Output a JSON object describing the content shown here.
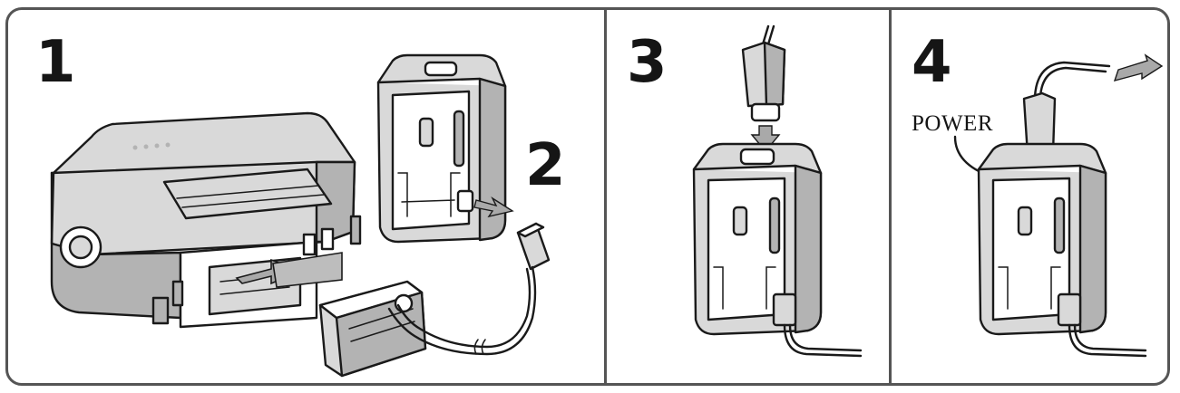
{
  "steps": [
    {
      "number": "1"
    },
    {
      "number": "2"
    },
    {
      "number": "3"
    },
    {
      "number": "4"
    }
  ],
  "labels": {
    "power": "POWER"
  },
  "colors": {
    "frame": "#555555",
    "ink": "#1a1a1a",
    "fill": "#d9d9d9",
    "arrow": "#a9a9a9"
  }
}
